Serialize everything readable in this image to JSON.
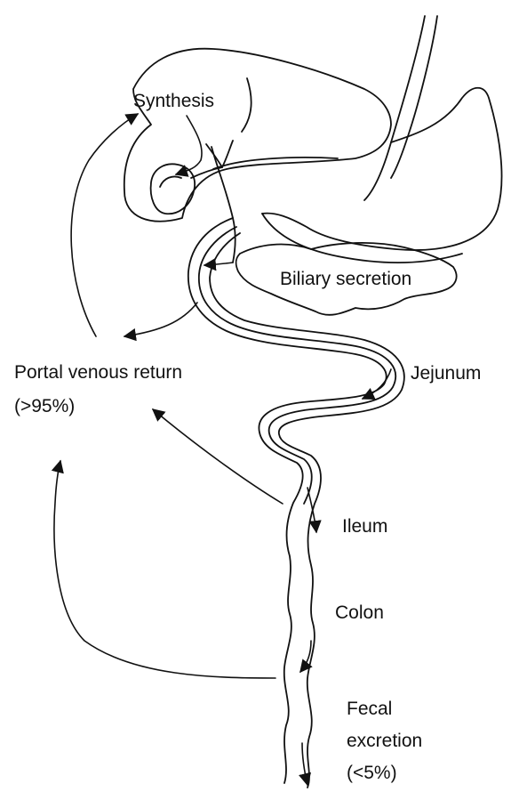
{
  "labels": {
    "synthesis": "Synthesis",
    "biliary_secretion": "Biliary secretion",
    "portal_line1": "Portal venous return",
    "portal_line2": "(>95%)",
    "jejunum": "Jejunum",
    "ileum": "Ileum",
    "colon": "Colon",
    "fecal_line1": "Fecal",
    "fecal_line2": "excretion",
    "fecal_line3": "(<5%)"
  }
}
